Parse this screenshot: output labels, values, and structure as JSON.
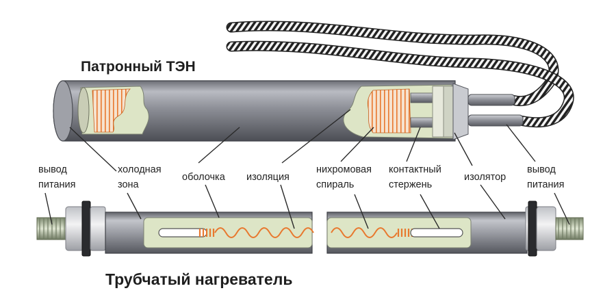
{
  "titles": {
    "cartridge": "Патронный ТЭН",
    "tubular": "Трубчатый нагреватель"
  },
  "labels": {
    "power_lead_left": [
      "вывод",
      "питания"
    ],
    "cold_zone": [
      "холодная",
      "зона"
    ],
    "sheath": [
      "оболочка"
    ],
    "insulation": [
      "изоляция"
    ],
    "nichrome_spiral": [
      "нихромовая",
      "спираль"
    ],
    "contact_rod": [
      "контактный",
      "стержень"
    ],
    "insulator": [
      "изолятор"
    ],
    "power_lead_right": [
      "вывод",
      "питания"
    ]
  },
  "colors": {
    "sheath": "#8e9098",
    "sheath_dark": "#5a5c63",
    "insulation": "#dde5c6",
    "spiral": "#e8782e",
    "leader": "#2a2a2a",
    "text": "#222222"
  }
}
